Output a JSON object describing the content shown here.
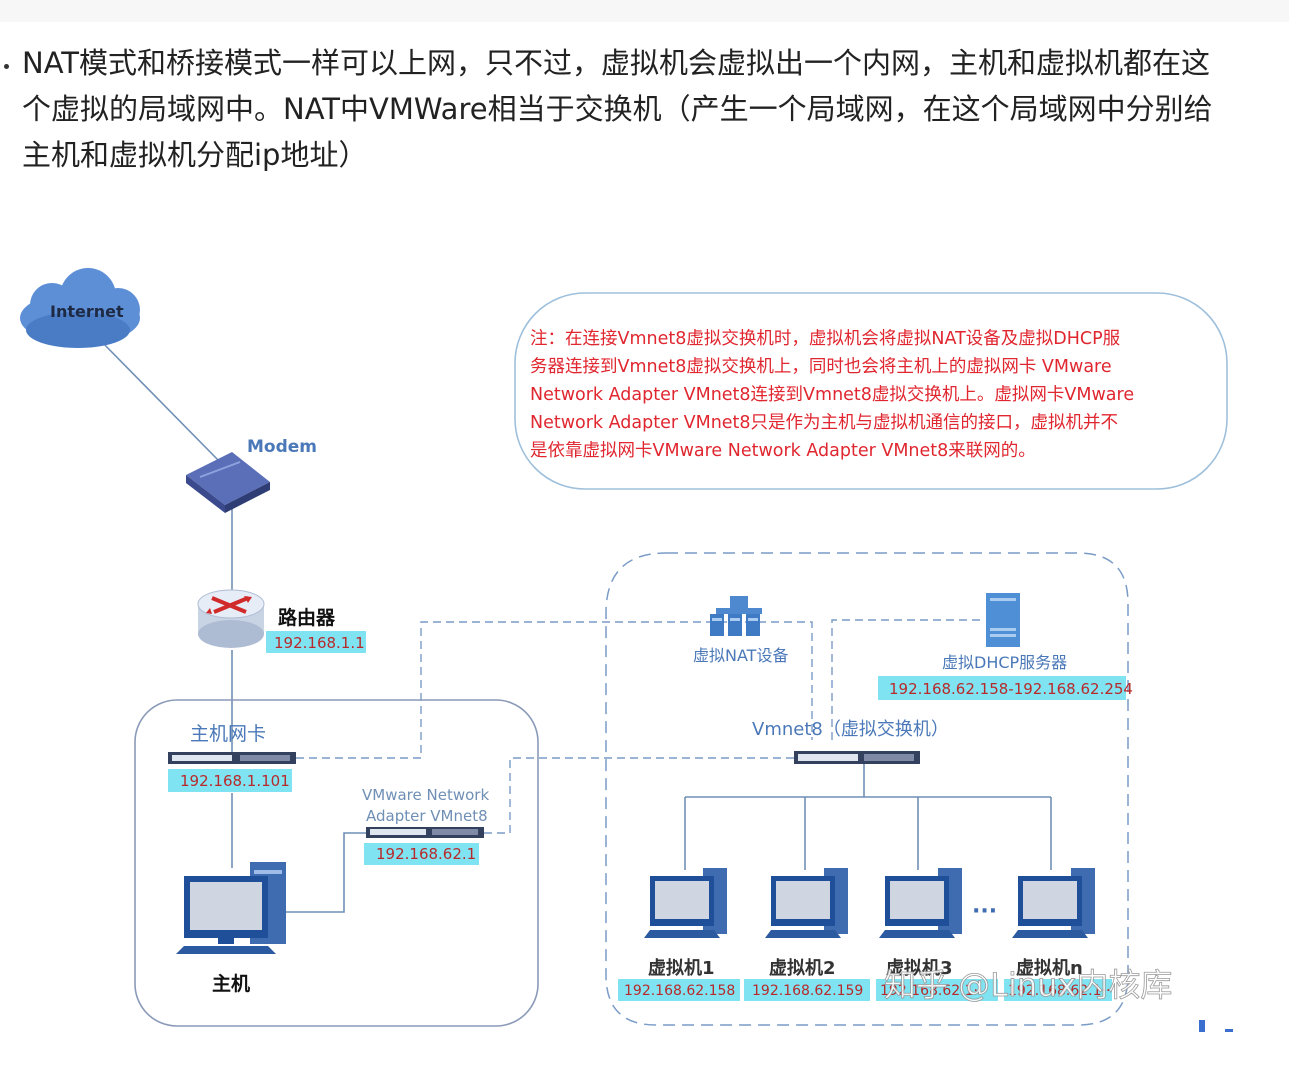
{
  "paragraph": {
    "lines": [
      "NAT模式和桥接模式一样可以上网，只不过，虚拟机会虚拟出一个内网，主机和虚拟机都在这",
      "个虚拟的局域网中。NAT中VMWare相当于交换机（产生一个局域网，在这个局域网中分别给",
      "主机和虚拟机分配ip地址）"
    ]
  },
  "diagram": {
    "internet_label": "Internet",
    "modem_label": "Modem",
    "router_label": "路由器",
    "router_ip": "192.168.1.1",
    "host_nic_label": "主机网卡",
    "host_nic_ip": "192.168.1.101",
    "vmnet8_adapter_line1": "VMware Network",
    "vmnet8_adapter_line2": "Adapter VMnet8",
    "vmnet8_adapter_ip": "192.168.62.1",
    "host_label": "主机",
    "nat_device_label": "虚拟NAT设备",
    "dhcp_label": "虚拟DHCP服务器",
    "dhcp_range": "192.168.62.158-192.168.62.254",
    "switch_label": "Vmnet8（虚拟交换机）",
    "ellipsis": "···",
    "note_lines": [
      "注：在连接Vmnet8虚拟交换机时，虚拟机会将虚拟NAT设备及虚拟DHCP服",
      "务器连接到Vmnet8虚拟交换机上，同时也会将主机上的虚拟网卡 VMware",
      "Network Adapter VMnet8连接到Vmnet8虚拟交换机上。虚拟网卡VMware",
      "Network Adapter VMnet8只是作为主机与虚拟机通信的接口，虚拟机并不",
      "是依靠虚拟网卡VMware Network Adapter VMnet8来联网的。"
    ],
    "vms": [
      {
        "label": "虚拟机1",
        "ip": "192.168.62.158"
      },
      {
        "label": "虚拟机2",
        "ip": "192.168.62.159"
      },
      {
        "label": "虚拟机3",
        "ip": "192.168.62.1··"
      },
      {
        "label": "虚拟机n",
        "ip": "192.168.62.1··"
      }
    ],
    "watermark": "知乎 @Linux内核库"
  },
  "colors": {
    "text": "#222222",
    "note_red": "#e0262f",
    "blue_label": "#4a78b8",
    "ip_box": "#7fe3f2",
    "dash_line": "#7a9cc7",
    "solid_line": "#6f8fb5",
    "rounded_box": "#9aaecf"
  }
}
